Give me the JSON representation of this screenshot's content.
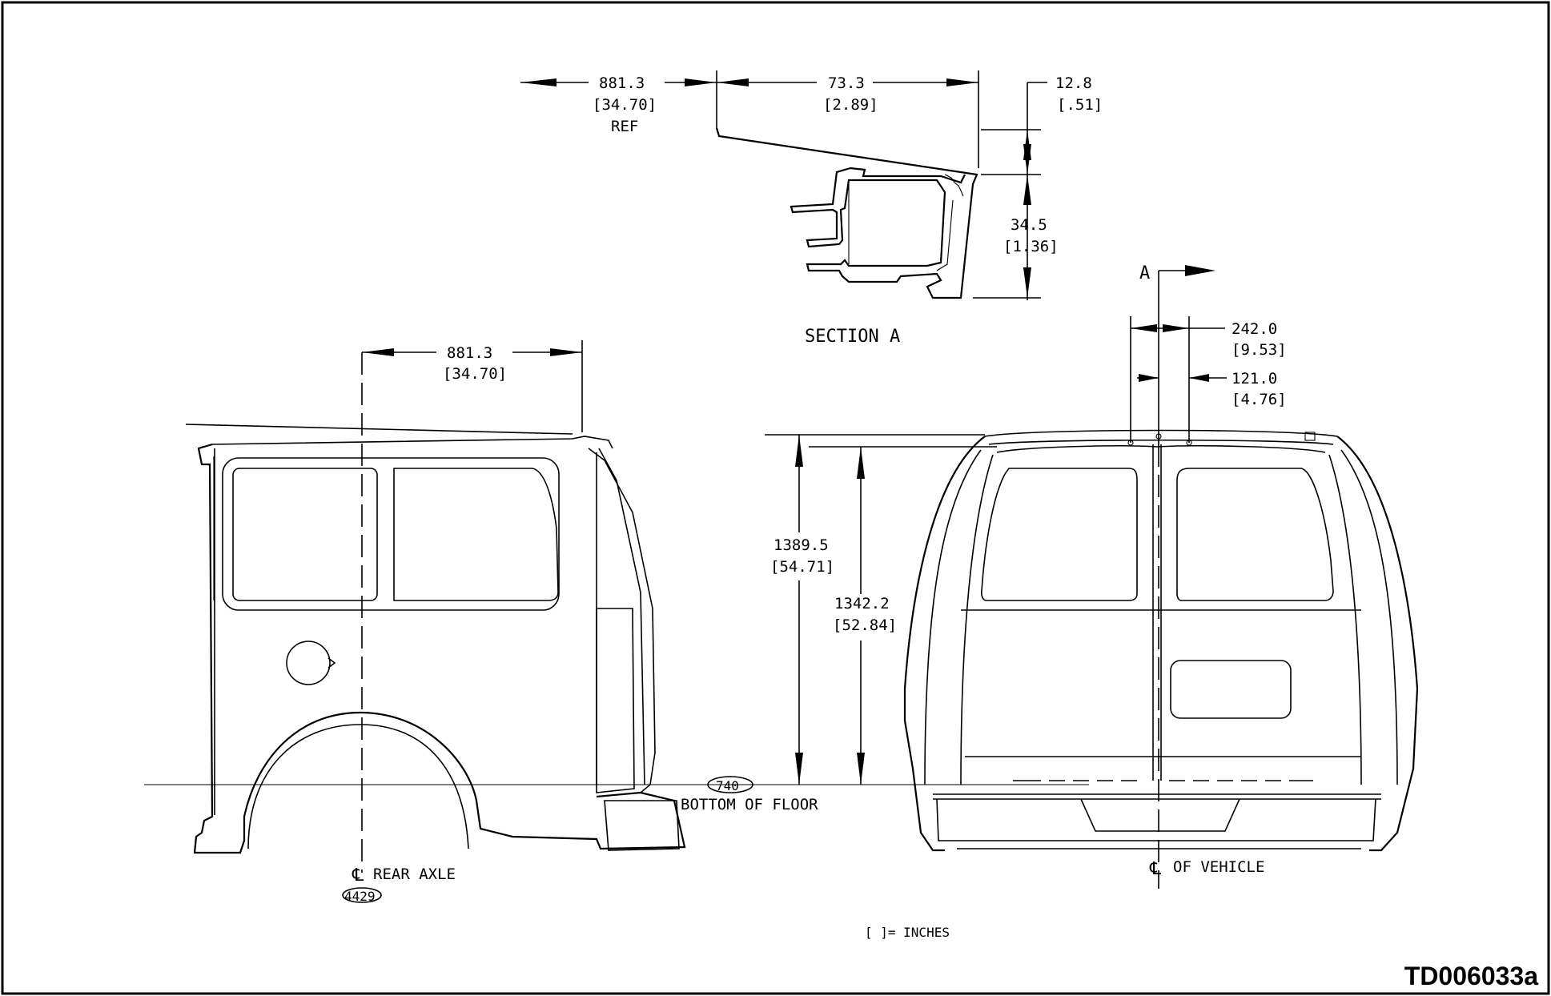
{
  "figure_id": "TD006033a",
  "section": {
    "title": "SECTION A",
    "dim_ref_mm": "881.3",
    "dim_ref_in": "[34.70]",
    "dim_ref_note": "REF",
    "dim_width_mm": "73.3",
    "dim_width_in": "[2.89]",
    "dim_top_mm": "12.8",
    "dim_top_in": "[.51]",
    "dim_height_mm": "34.5",
    "dim_height_in": "[1.36]"
  },
  "side_view": {
    "dim_axle_mm": "881.3",
    "dim_axle_in": "[34.70]",
    "axle_label": "REAR AXLE",
    "axle_ref": "4429",
    "floor_ref": "740",
    "floor_label": "BOTTOM OF FLOOR"
  },
  "rear_view": {
    "section_marker": "A",
    "dim_outer_mm": "242.0",
    "dim_outer_in": "[9.53]",
    "dim_inner_mm": "121.0",
    "dim_inner_in": "[4.76]",
    "dim_height_total_mm": "1389.5",
    "dim_height_total_in": "[54.71]",
    "dim_height_mm": "1342.2",
    "dim_height_in": "[52.84]",
    "centerline_label": "OF VEHICLE"
  },
  "legend": "[ ]= INCHES",
  "centerline_symbol": "℄"
}
